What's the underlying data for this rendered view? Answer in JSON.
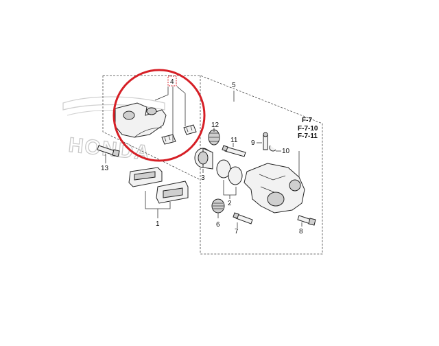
{
  "watermark": {
    "brand_text": "HONDA"
  },
  "highlight_color": "#d61f26",
  "callouts": {
    "c1": "1",
    "c2": "2",
    "c3": "3",
    "c4": "4",
    "c5": "5",
    "c6": "6",
    "c7": "7",
    "c8": "8",
    "c9": "9",
    "c10": "10",
    "c11": "11",
    "c12": "12",
    "c13": "13"
  },
  "references": {
    "r1": "F-7",
    "r2": "F-7-10",
    "r3": "F-7-11"
  }
}
